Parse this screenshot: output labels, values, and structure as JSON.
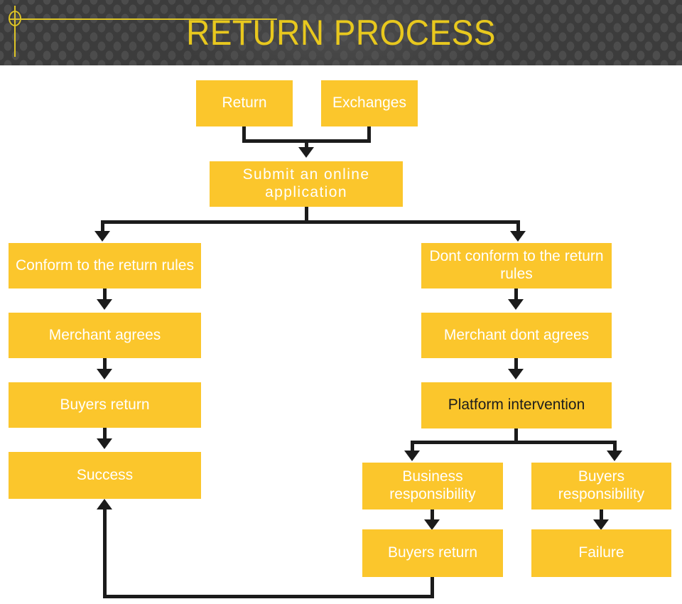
{
  "header": {
    "title": "RETURN PROCESS",
    "title_color": "#e8c81e",
    "background_color": "#3c3c3c",
    "accent_color": "#ddc426"
  },
  "theme": {
    "box_fill": "#fbc62c",
    "box_text_light": "#ffffff",
    "box_text_dark": "#1d1d1d",
    "connector_color": "#1b1b1b",
    "page_background": "#ffffff"
  },
  "flowchart": {
    "nodes": [
      {
        "id": "return",
        "label": "Return",
        "text_tone": "light"
      },
      {
        "id": "exchanges",
        "label": "Exchanges",
        "text_tone": "light"
      },
      {
        "id": "submit-application",
        "label": "Submit an online application",
        "text_tone": "light"
      },
      {
        "id": "conform-rules",
        "label": "Conform to the return rules",
        "text_tone": "light"
      },
      {
        "id": "dont-conform-rules",
        "label": "Dont conform to the return rules",
        "text_tone": "light"
      },
      {
        "id": "merchant-agrees",
        "label": "Merchant agrees",
        "text_tone": "light"
      },
      {
        "id": "merchant-dont-agrees",
        "label": "Merchant dont agrees",
        "text_tone": "light"
      },
      {
        "id": "buyers-return-left",
        "label": "Buyers return",
        "text_tone": "light"
      },
      {
        "id": "platform-intervention",
        "label": "Platform intervention",
        "text_tone": "dark"
      },
      {
        "id": "success",
        "label": "Success",
        "text_tone": "light"
      },
      {
        "id": "business-responsibility",
        "label": "Business responsibility",
        "text_tone": "light"
      },
      {
        "id": "buyers-responsibility",
        "label": "Buyers responsibility",
        "text_tone": "light"
      },
      {
        "id": "buyers-return-right",
        "label": "Buyers return",
        "text_tone": "light"
      },
      {
        "id": "failure",
        "label": "Failure",
        "text_tone": "light"
      }
    ]
  }
}
